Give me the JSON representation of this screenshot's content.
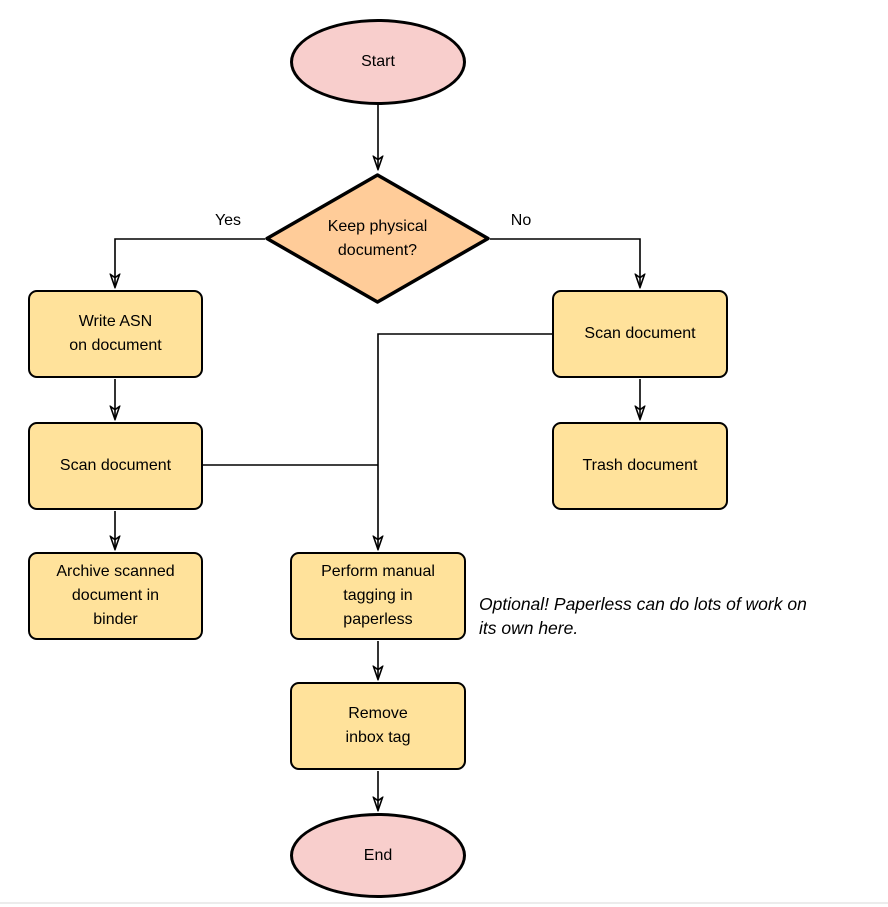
{
  "nodes": {
    "start": {
      "label": "Start",
      "type": "terminal"
    },
    "decision": {
      "label": "Keep physical\ndocument?",
      "type": "decision"
    },
    "write_asn": {
      "label": "Write ASN\non document",
      "type": "process"
    },
    "scan_left": {
      "label": "Scan document",
      "type": "process"
    },
    "archive": {
      "label": "Archive scanned\ndocument in\nbinder",
      "type": "process"
    },
    "scan_right": {
      "label": "Scan document",
      "type": "process"
    },
    "trash": {
      "label": "Trash document",
      "type": "process"
    },
    "tagging": {
      "label": "Perform manual\ntagging in\npaperless",
      "type": "process"
    },
    "remove_inbox": {
      "label": "Remove\ninbox tag",
      "type": "process"
    },
    "end": {
      "label": "End",
      "type": "terminal"
    }
  },
  "edge_labels": {
    "yes": "Yes",
    "no": "No"
  },
  "annotations": {
    "optional_note": "Optional! Paperless can do lots of work on\nits own here."
  },
  "colors": {
    "terminal_fill": "#F8CECC",
    "decision_fill": "#FFCC99",
    "process_fill": "#FFE29B",
    "stroke": "#000000"
  }
}
